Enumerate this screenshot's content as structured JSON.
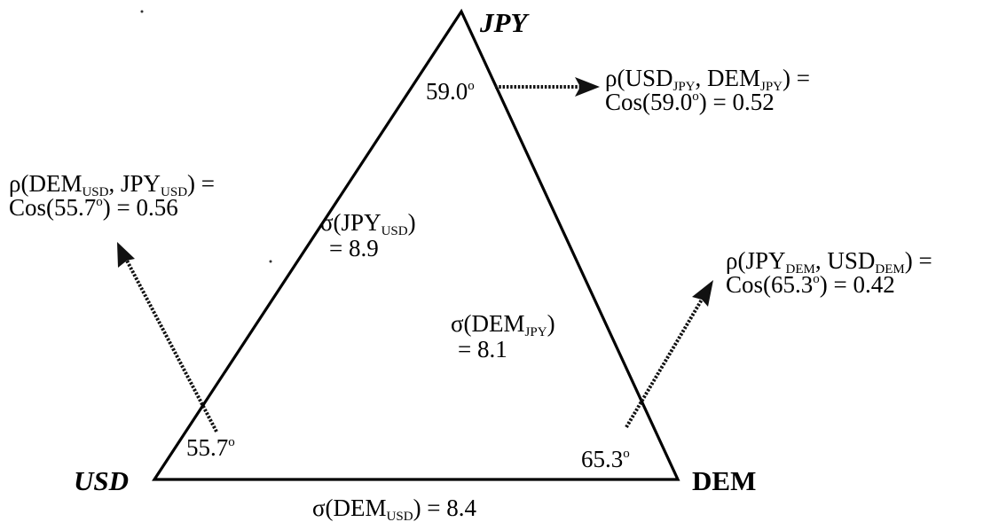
{
  "vertices": {
    "top": "JPY",
    "left": "USD",
    "right": "DEM"
  },
  "angles": {
    "top": "59.0",
    "left": "55.7",
    "right": "65.3",
    "degree_mark": "o"
  },
  "sides": {
    "left": {
      "sym": "σ(",
      "base": "JPY",
      "sub": "USD",
      "close": ")",
      "value": "= 8.9"
    },
    "right": {
      "sym": "σ(",
      "base": "DEM",
      "sub": "JPY",
      "close": ")",
      "value": "= 8.1"
    },
    "bottom": {
      "sym": "σ(",
      "base": "DEM",
      "sub": "USD",
      "close": ") = 8.4"
    }
  },
  "correlations": {
    "top": {
      "rho": "ρ(",
      "a": "USD",
      "a_sub": "JPY",
      "sep": ", ",
      "b": "DEM",
      "b_sub": "JPY",
      "end": ") =",
      "cos_a": "Cos(59.0",
      "cos_b": ") = 0.52"
    },
    "left": {
      "rho": "ρ(",
      "a": "DEM",
      "a_sub": "USD",
      "sep": ", ",
      "b": "JPY",
      "b_sub": "USD",
      "end": ") =",
      "cos_a": "Cos(55.7",
      "cos_b": ") = 0.56"
    },
    "right": {
      "rho": "ρ(",
      "a": "JPY",
      "a_sub": "DEM",
      "sep": ", ",
      "b": "USD",
      "b_sub": "DEM",
      "end": ") =",
      "cos_a": "Cos(65.3",
      "cos_b": ") = 0.42"
    }
  }
}
